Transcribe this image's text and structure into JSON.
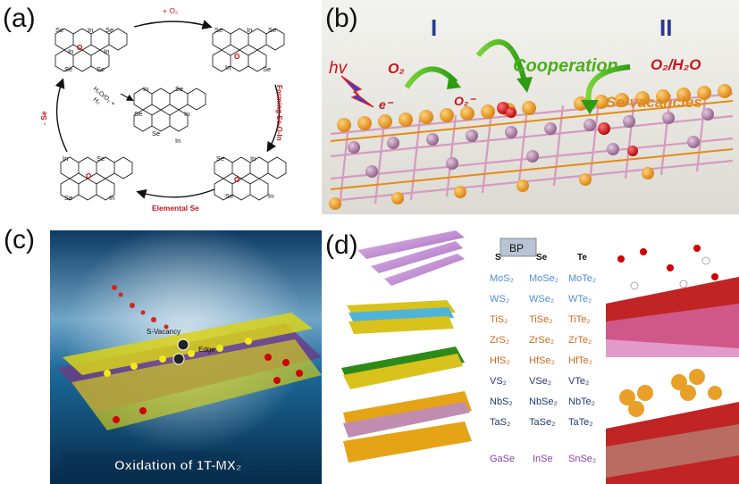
{
  "panel_a": {
    "label": "(a)",
    "arrow_top": "+ O₂",
    "arrow_right": "Forming Se-O-In",
    "arrow_bottom": "Elemental Se",
    "arrow_left": "- Se",
    "center_label": "H₂O/O₂ +",
    "center_label2": "H₂",
    "atoms": {
      "se": "Se",
      "in": "In",
      "o": "O"
    },
    "colors": {
      "bond": "#111111",
      "oxygen": "#d40000"
    }
  },
  "panel_b": {
    "label": "(b)",
    "region_1": "I",
    "region_2": "II",
    "hv": "hv",
    "electron": "e⁻",
    "o2": "O₂",
    "superoxide": "O₂⁻",
    "cooperation": "Cooperation",
    "o2_h2o": "O₂/H₂O",
    "vacancies": "Se-vacancies",
    "colors": {
      "cooperation": "#4ab01a",
      "red_text": "#c8141a",
      "vacancy_text": "#e08a1e",
      "roman": "#2d3a8c"
    }
  },
  "panel_c": {
    "label": "(c)",
    "s_vacancy": "S-Vacancy",
    "edge": "Edge",
    "caption": "Oxidation of 1T-MX₂"
  },
  "panel_d": {
    "label": "(d)",
    "bp": "BP",
    "headers": [
      "S",
      "Se",
      "Te"
    ],
    "rows": [
      {
        "cells": [
          "MoS₂",
          "MoSe₂",
          "MoTe₂"
        ],
        "color": "#4f8fd0"
      },
      {
        "cells": [
          "WS₂",
          "WSe₂",
          "WTe₂"
        ],
        "color": "#4f8fd0"
      },
      {
        "cells": [
          "TiS₂",
          "TiSe₂",
          "TiTe₂"
        ],
        "color": "#d06a1c"
      },
      {
        "cells": [
          "ZrS₂",
          "ZrSe₂",
          "ZrTe₂"
        ],
        "color": "#d06a1c"
      },
      {
        "cells": [
          "HfS₂",
          "HfSe₂",
          "HfTe₂"
        ],
        "color": "#d06a1c"
      },
      {
        "cells": [
          "VS₂",
          "VSe₂",
          "VTe₂"
        ],
        "color": "#1f3a78"
      },
      {
        "cells": [
          "NbS₂",
          "NbSe₂",
          "NbTe₂"
        ],
        "color": "#1f3a78"
      },
      {
        "cells": [
          "TaS₂",
          "TaSe₂",
          "TaTe₂"
        ],
        "color": "#1f3a78"
      },
      {
        "cells": [
          "GaSe",
          "InSe",
          "SnSe₂"
        ],
        "color": "#8a3fa8"
      }
    ]
  }
}
